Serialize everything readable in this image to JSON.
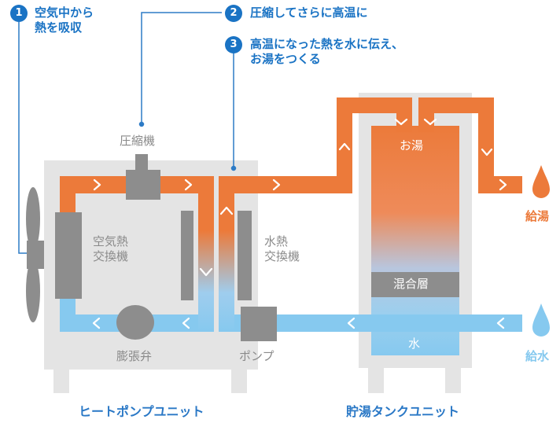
{
  "steps": [
    {
      "num": "1",
      "text": "空気中から",
      "text2": "熱を吸収"
    },
    {
      "num": "2",
      "text": "圧縮してさらに高温に"
    },
    {
      "num": "3",
      "text": "高温になった熱を水に伝え、",
      "text2": "お湯をつくる"
    }
  ],
  "labels": {
    "compressor": "圧縮機",
    "air_heat_exchanger_1": "空気熱",
    "air_heat_exchanger_2": "交換機",
    "water_heat_exchanger_1": "水熱",
    "water_heat_exchanger_2": "交換機",
    "expansion_valve": "膨張弁",
    "pump": "ポンプ",
    "hot_water": "お湯",
    "mixed_layer": "混合層",
    "water": "水",
    "hot_water_supply": "給湯",
    "water_supply": "給水",
    "heat_pump_unit": "ヒートポンプユニット",
    "storage_tank_unit": "貯湯タンクユニット"
  },
  "colors": {
    "hot": "#ec7a3a",
    "cold": "#86c9ef",
    "step_blue": "#1a73c4",
    "unit_gray": "#e4e4e4",
    "part_gray": "#8d8d8d"
  }
}
